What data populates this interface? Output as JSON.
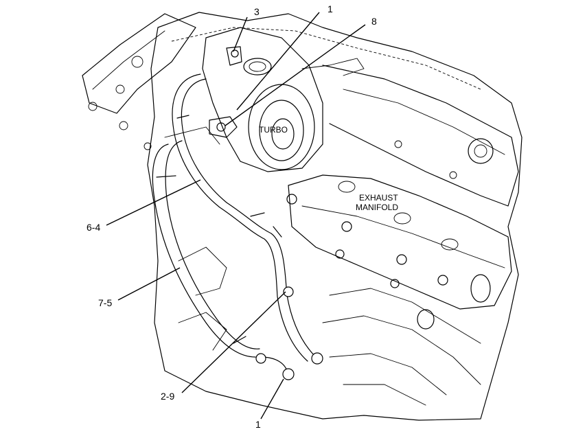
{
  "labels": {
    "turbo": "TURBO",
    "exhaust_line1": "EXHAUST",
    "exhaust_line2": "MANIFOLD"
  },
  "callouts": {
    "c3": "3",
    "c1_top": "1",
    "c8": "8",
    "c6_4": "6-4",
    "c7_5": "7-5",
    "c2_9": "2-9",
    "c1_bottom": "1"
  }
}
